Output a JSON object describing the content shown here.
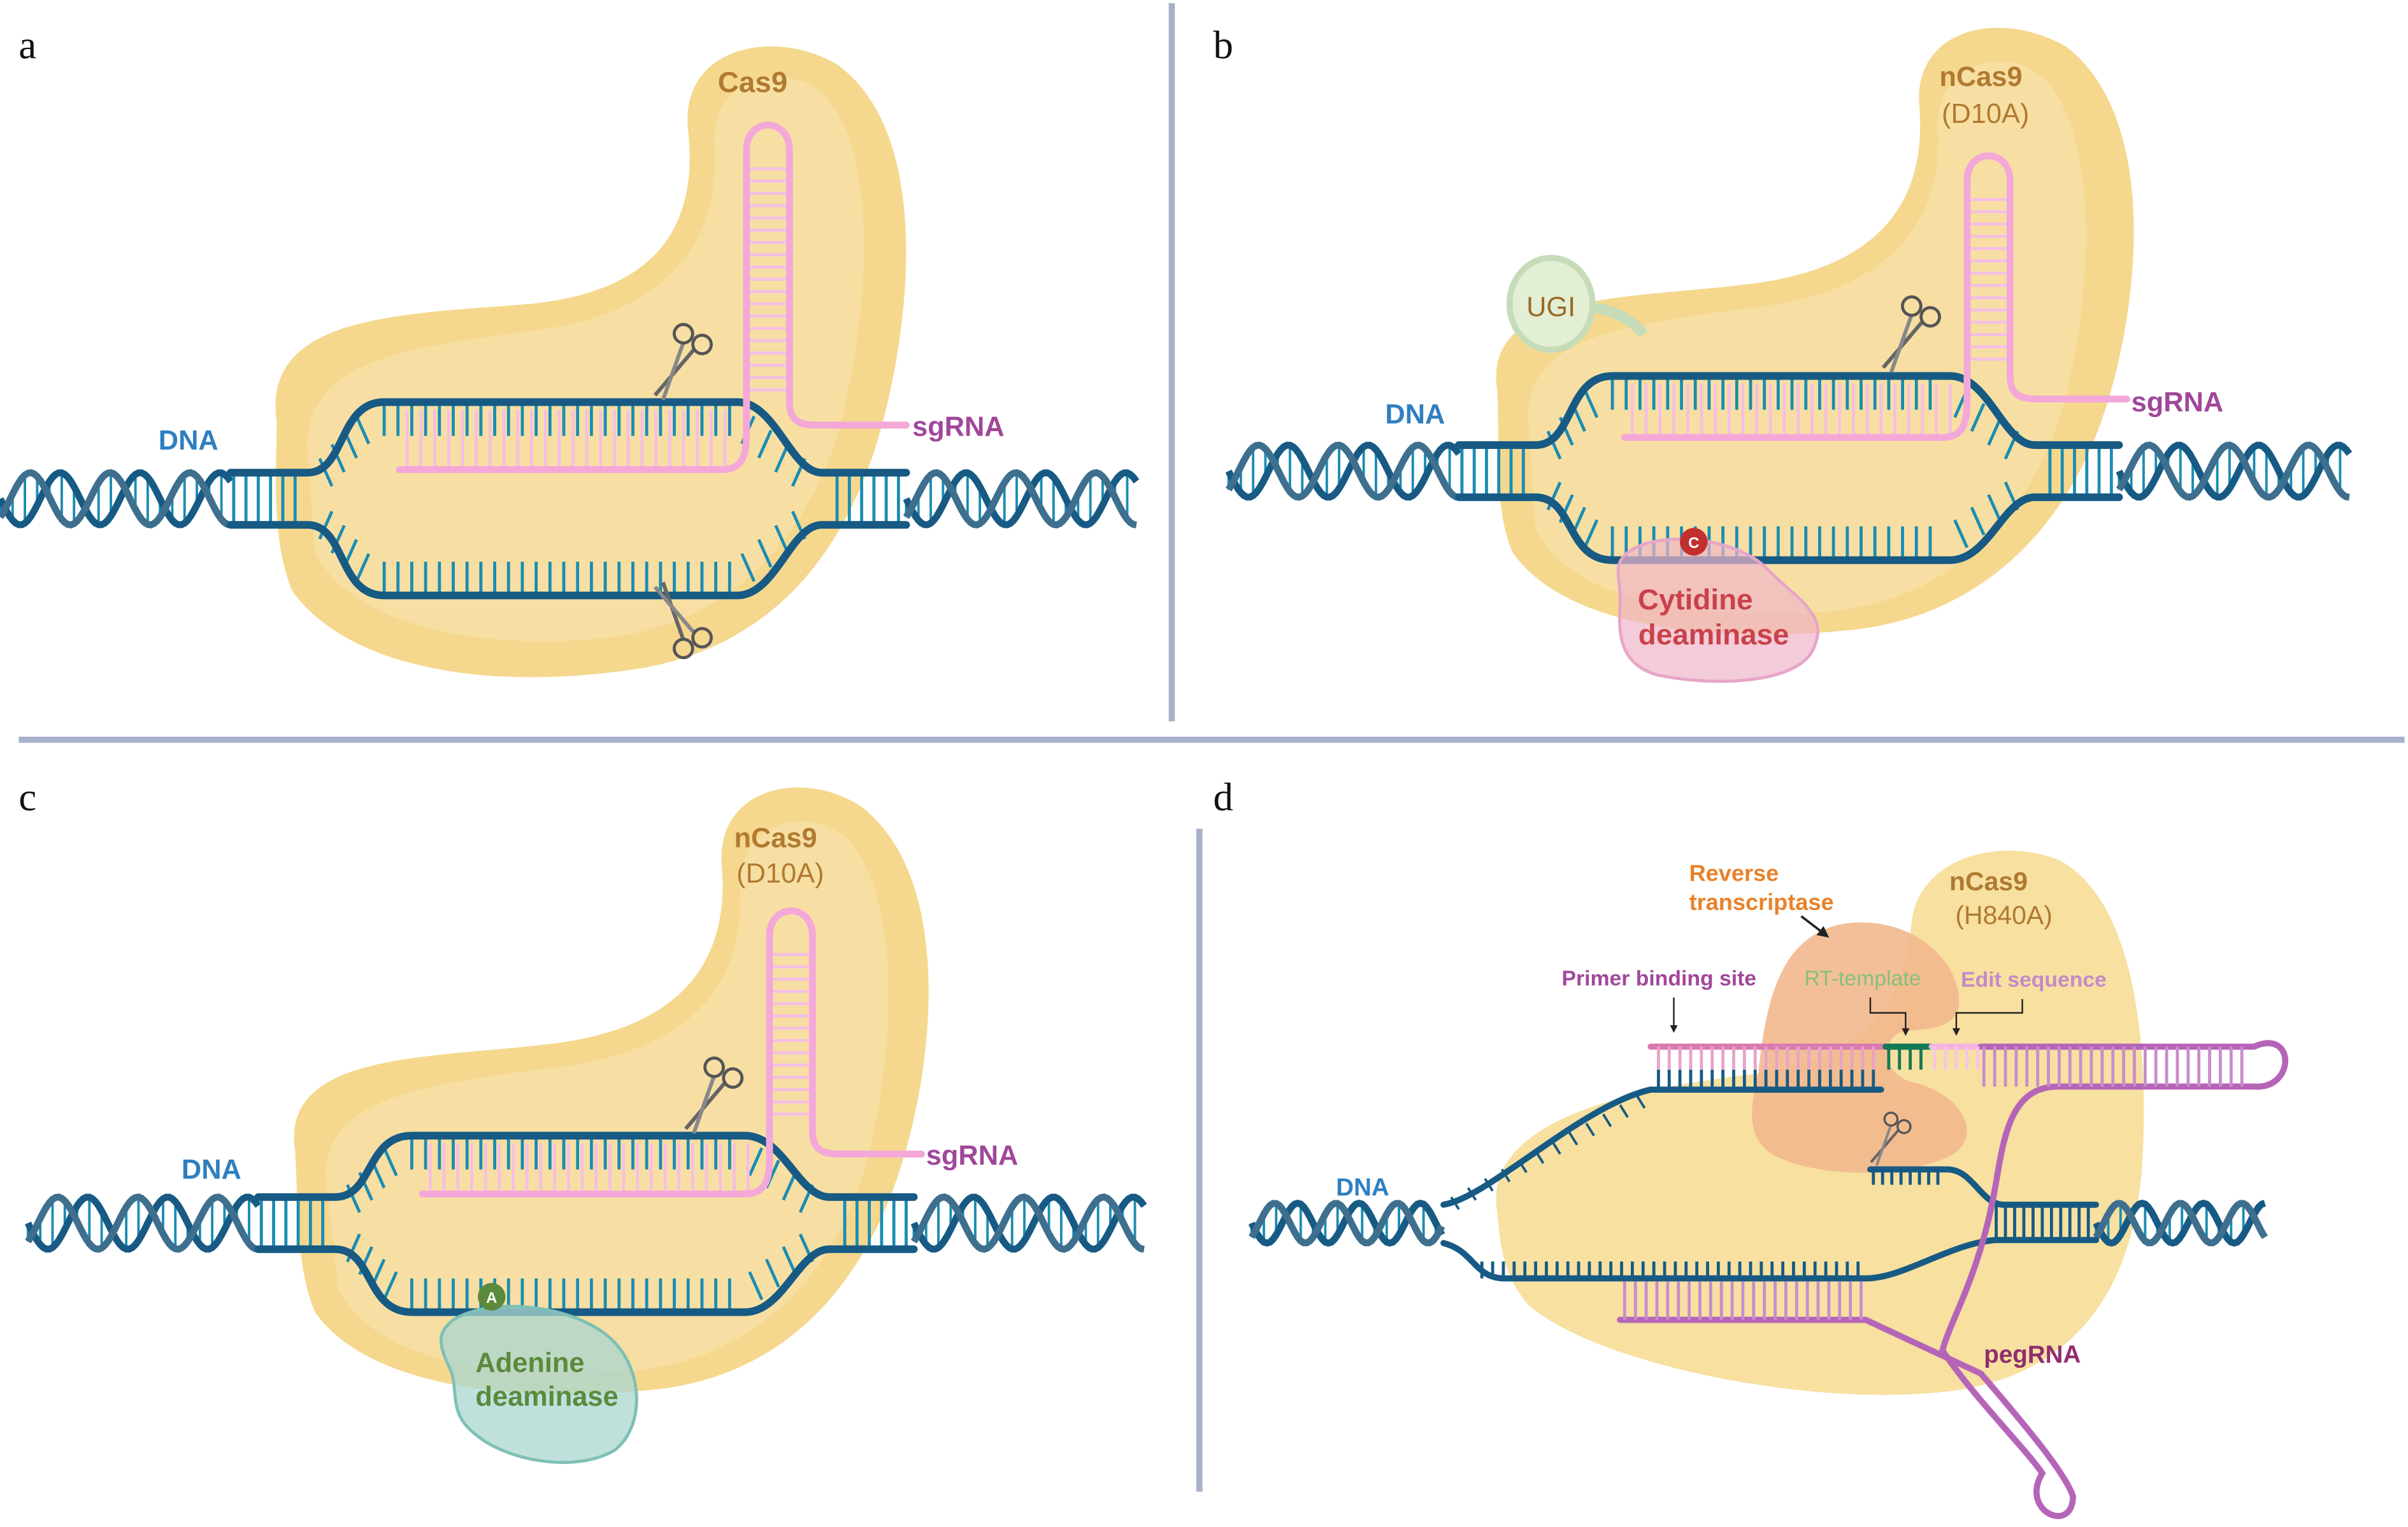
{
  "panels": {
    "a": {
      "letter": "a",
      "protein": "Cas9",
      "dna": "DNA",
      "rna": "sgRNA"
    },
    "b": {
      "letter": "b",
      "protein": "nCas9",
      "mutation": "(D10A)",
      "dna": "DNA",
      "rna": "sgRNA",
      "inhibitor": "UGI",
      "base": "C",
      "deaminase_line1": "Cytidine",
      "deaminase_line2": "deaminase"
    },
    "c": {
      "letter": "c",
      "protein": "nCas9",
      "mutation": "(D10A)",
      "dna": "DNA",
      "rna": "sgRNA",
      "base": "A",
      "deaminase_line1": "Adenine",
      "deaminase_line2": "deaminase"
    },
    "d": {
      "letter": "d",
      "protein": "nCas9",
      "mutation": "(H840A)",
      "dna": "DNA",
      "rt_line1": "Reverse",
      "rt_line2": "transcriptase",
      "pbs": "Primer binding site",
      "rt_template": "RT-template",
      "edit": "Edit sequence",
      "rna": "pegRNA"
    }
  },
  "colors": {
    "dna_strand": "#175a84",
    "dna_rung": "#1a8cb3",
    "cas9": "#f5d88e",
    "sgrna": "#f4a8d8",
    "pegrna": "#b565b8",
    "dna_label": "#2f7fc1",
    "protein_label": "#b07a30",
    "rna_label": "#a0479a",
    "cytidine": "#c9424a",
    "adenine": "#5b8a3c",
    "rt": "#e8822a"
  }
}
